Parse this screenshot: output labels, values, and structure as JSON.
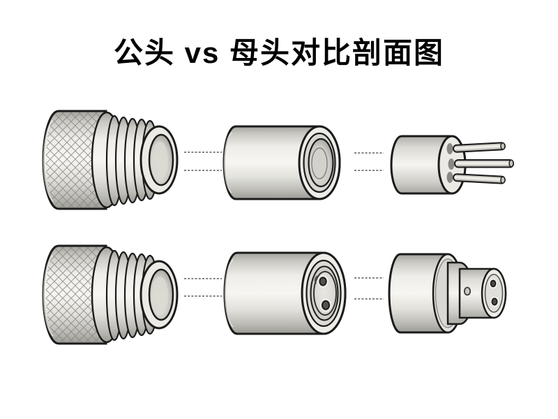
{
  "title": "公头 vs 母头对比剖面图",
  "colors": {
    "background": "#ffffff",
    "title_color": "#000000",
    "outline": "#1b1b1b",
    "metal_base": "#e8e7e2",
    "metal_highlight": "#f7f6f2",
    "metal_shadow": "#a3a29c",
    "knurl_line": "#85847e",
    "bore_dark": "#8f8e88",
    "dash_line": "#3e3e3e"
  },
  "diagram": {
    "rows": [
      {
        "name": "male-connector-exploded-row",
        "parts": [
          {
            "icon": "knurled-coupling-nut-icon"
          },
          {
            "icon": "coupling-barrel-icon"
          },
          {
            "icon": "male-pin-insert-icon",
            "pin_count": 3
          }
        ]
      },
      {
        "name": "female-connector-exploded-row",
        "parts": [
          {
            "icon": "knurled-coupling-nut-icon"
          },
          {
            "icon": "socket-barrel-icon",
            "socket_count": 2
          },
          {
            "icon": "female-socket-insert-icon",
            "socket_count": 2
          }
        ]
      }
    ]
  }
}
